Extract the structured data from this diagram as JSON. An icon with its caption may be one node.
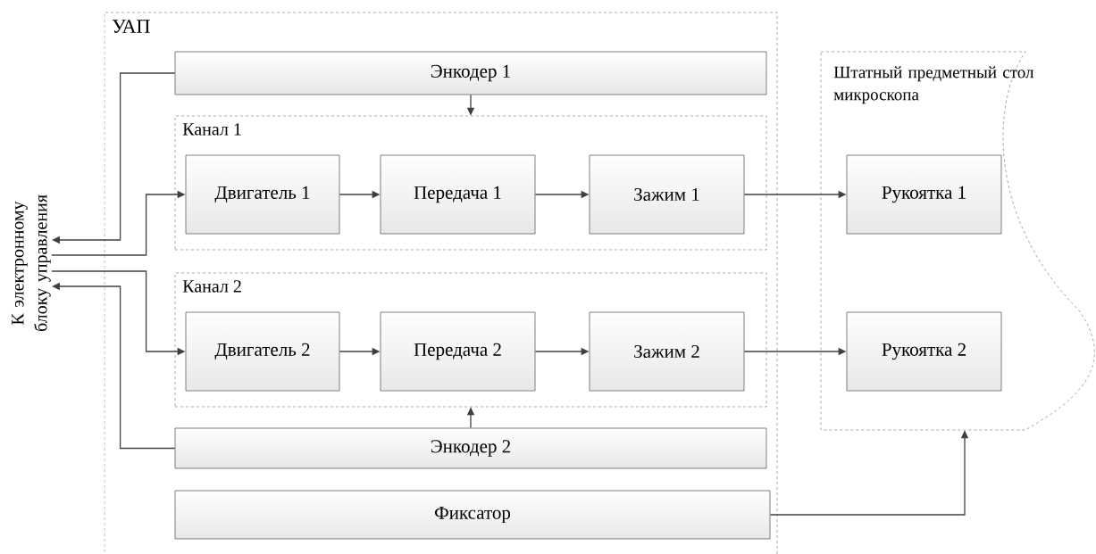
{
  "diagram": {
    "nodes": [
      {
        "text": [
          "УАП"
        ]
      },
      {
        "text": [
          "Энкодер 1"
        ],
        "in": 0
      },
      {
        "text": [
          "Канал 1"
        ],
        "in": 0
      },
      {
        "text": [
          "Двигатель 1"
        ],
        "in": 2
      },
      {
        "text": [
          "Передача 1"
        ],
        "in": 2
      },
      {
        "text": [
          "Зажим 1"
        ],
        "in": 2
      },
      {
        "text": [
          "Канал 2"
        ],
        "in": 0
      },
      {
        "text": [
          "Двигатель 2"
        ],
        "in": 6
      },
      {
        "text": [
          "Передача 2"
        ],
        "in": 6
      },
      {
        "text": [
          "Зажим 2"
        ],
        "in": 6
      },
      {
        "text": [
          "Энкодер 2"
        ],
        "in": 0
      },
      {
        "text": [
          "Фиксатор"
        ],
        "in": 0
      },
      {
        "text": [
          "Штатный предметный стол микроскопа"
        ]
      },
      {
        "text": [
          "Рукоятка 1"
        ],
        "in": 12
      },
      {
        "text": [
          "Рукоятка 2"
        ],
        "in": 12
      },
      {
        "text": [
          "К электронному блоку управления"
        ]
      }
    ],
    "edges": [
      {
        "from": 1,
        "to": 15,
        "arrow": "to"
      },
      {
        "from": 15,
        "to": 3,
        "arrow": "to"
      },
      {
        "from": 15,
        "to": 7,
        "arrow": "to"
      },
      {
        "from": 10,
        "to": 15,
        "arrow": "to"
      },
      {
        "from": 1,
        "to": 2,
        "arrow": "to"
      },
      {
        "from": 10,
        "to": 6,
        "arrow": "to"
      },
      {
        "from": 3,
        "to": 4,
        "arrow": "to"
      },
      {
        "from": 4,
        "to": 5,
        "arrow": "to"
      },
      {
        "from": 5,
        "to": 13,
        "arrow": "to"
      },
      {
        "from": 7,
        "to": 8,
        "arrow": "to"
      },
      {
        "from": 8,
        "to": 9,
        "arrow": "to"
      },
      {
        "from": 9,
        "to": 14,
        "arrow": "to"
      },
      {
        "from": 11,
        "to": 12,
        "arrow": "to"
      }
    ]
  }
}
